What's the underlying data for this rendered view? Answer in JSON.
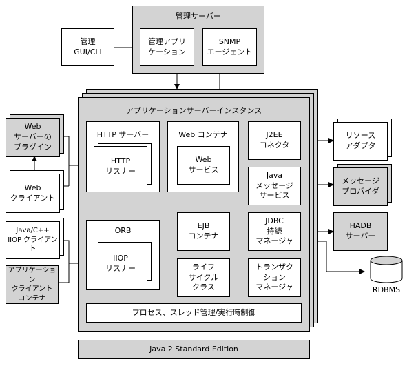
{
  "mgmt_server": {
    "title": "管理サーバー",
    "app": "管理アプリ\nケーション",
    "snmp": "SNMP\nエージェント"
  },
  "mgmt_gui": "管理\nGUI/CLI",
  "instance": {
    "title": "アプリケーションサーバーインスタンス"
  },
  "http_server": {
    "title": "HTTP サーバー",
    "listener": "HTTP\nリスナー"
  },
  "web_container": {
    "title": "Web コンテナ",
    "service": "Web\nサービス"
  },
  "orb": {
    "title": "ORB",
    "listener": "IIOP\nリスナー"
  },
  "ejb_container": "EJB\nコンテナ",
  "lifecycle": "ライフ\nサイクル\nクラス",
  "j2ee_connector": "J2EE\nコネクタ",
  "java_message": "Java\nメッセージ\nサービス",
  "jdbc_manager": "JDBC\n持続\nマネージャ",
  "transaction_manager": "トランザク\nション\nマネージャ",
  "process_bar": "プロセス、スレッド管理/実行時制御",
  "java_se": "Java 2 Standard Edition",
  "web_plugin": "Web\nサーバーの\nプラグイン",
  "web_client": "Web\nクライアント",
  "java_client": "Java/C++\nIIOP クライアント",
  "app_client": "アプリケーション\nクライアント\nコンテナ",
  "resource_adapter": "リソース\nアダプタ",
  "message_provider": "メッセージ\nプロバイダ",
  "hadb_server": "HADB\nサーバー",
  "rdbms": "RDBMS"
}
